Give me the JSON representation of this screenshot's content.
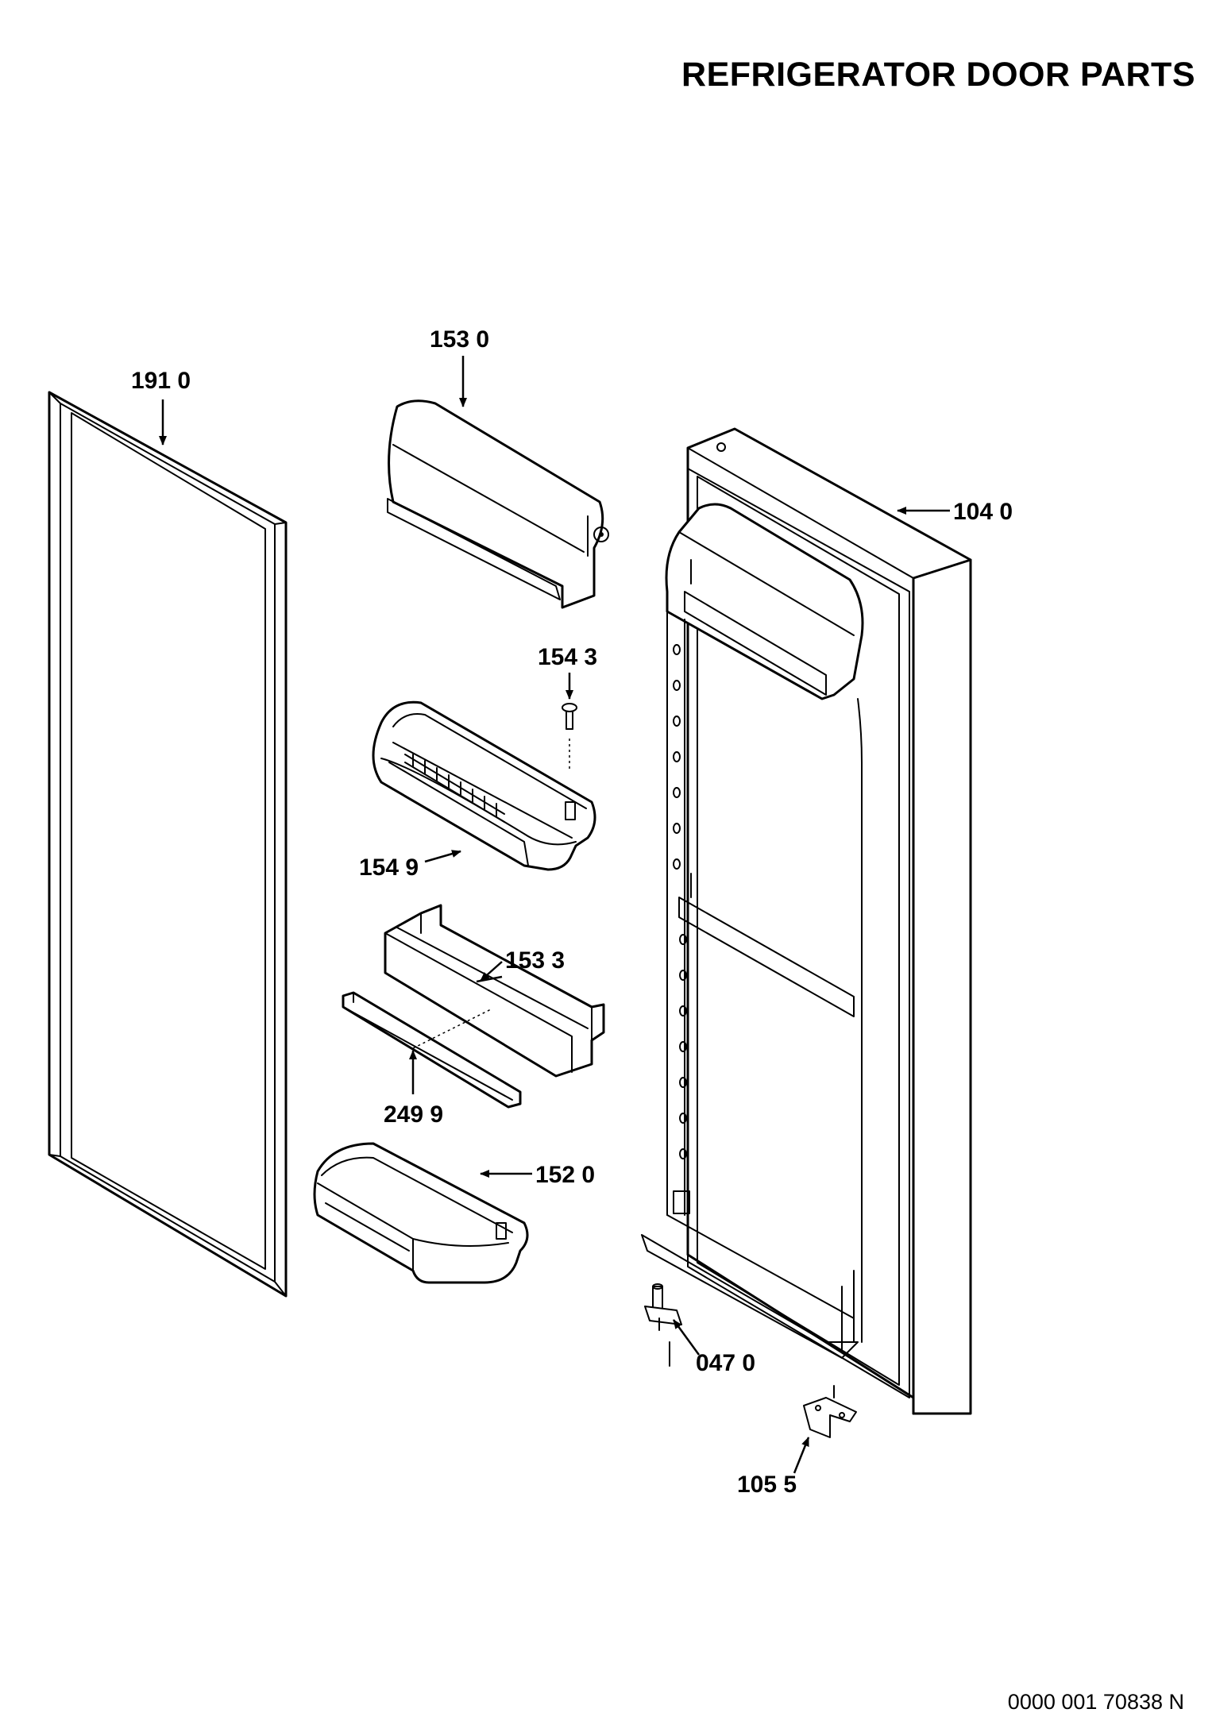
{
  "title": "REFRIGERATOR DOOR PARTS",
  "document_code": "0000 001 70838 N",
  "parts": [
    {
      "id": "gasket",
      "label": "191 0",
      "icon": "door-gasket-icon"
    },
    {
      "id": "shelf-cover",
      "label": "153 0",
      "icon": "dairy-cover-icon"
    },
    {
      "id": "door",
      "label": "104 0",
      "icon": "door-panel-icon"
    },
    {
      "id": "screw",
      "label": "154 3",
      "icon": "screw-icon"
    },
    {
      "id": "bottle-bin",
      "label": "154 9",
      "icon": "bottle-bin-icon"
    },
    {
      "id": "bar-shelf",
      "label": "153 3",
      "icon": "bar-shelf-icon"
    },
    {
      "id": "bar-trim",
      "label": "249 9",
      "icon": "trim-strip-icon"
    },
    {
      "id": "door-bin",
      "label": "152 0",
      "icon": "door-bin-icon"
    },
    {
      "id": "lower-hinge",
      "label": "047 0",
      "icon": "hinge-pin-icon"
    },
    {
      "id": "hinge-bracket",
      "label": "105 5",
      "icon": "hinge-bracket-icon"
    }
  ]
}
